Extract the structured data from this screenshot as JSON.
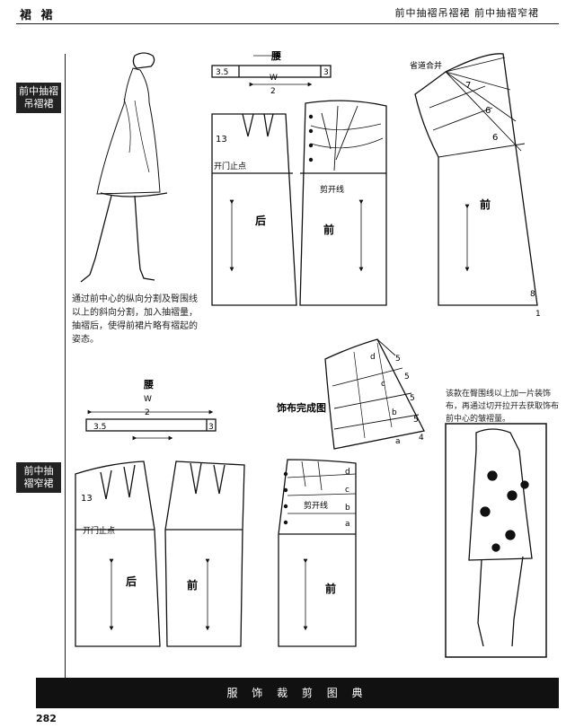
{
  "header": {
    "left": "裙 裙",
    "right": "前中抽褶吊褶裙    前中抽褶窄裙"
  },
  "tabs": {
    "top": [
      "前中抽褶",
      "吊褶裙"
    ],
    "bottom": [
      "前中抽",
      "褶窄裙"
    ]
  },
  "top_section": {
    "waistband_title": "腰",
    "waistband_extension": "3.5",
    "waistband_w_num": "W",
    "waistband_w_den": "2",
    "waistband_end": "3",
    "back_label": "后",
    "front_label": "前",
    "dart_length": "13",
    "zipper_stop": "开门止点",
    "cut_line": "剪开线",
    "overlap_label": "省道合并",
    "spread_values": [
      "7",
      "6",
      "6"
    ],
    "hem_values": [
      "8",
      "1"
    ],
    "front_open_label": "前",
    "description": "通过前中心的纵向分割及臀围线以上的斜向分割，加入抽褶量，抽褶后，使得前裙片略有褶起的姿态。"
  },
  "bottom_section": {
    "waistband_title": "腰",
    "waistband_w_num": "W",
    "waistband_w_den": "2",
    "waistband_extension": "3.5",
    "waistband_end": "3",
    "dart_length": "13",
    "zipper_stop": "开门止点",
    "back_label": "后",
    "front_label": "前",
    "front2_label": "前",
    "cut_line": "剪开线",
    "panel_letters": [
      "d",
      "c",
      "b",
      "a"
    ],
    "decor_title": "饰布完成图",
    "decor_values": [
      "5",
      "5",
      "5",
      "5",
      "4"
    ],
    "decor_letters": [
      "d",
      "c",
      "b",
      "a"
    ],
    "description": "该款在臀围线以上加一片装饰布，再通过切开拉开去获取饰布前中心的皱褶量。"
  },
  "footer": {
    "title": "服 饰 裁 剪 图 典",
    "page_number": "282"
  },
  "icons": [
    "arrow-up-down-icon",
    "woman-figure-illustration"
  ]
}
